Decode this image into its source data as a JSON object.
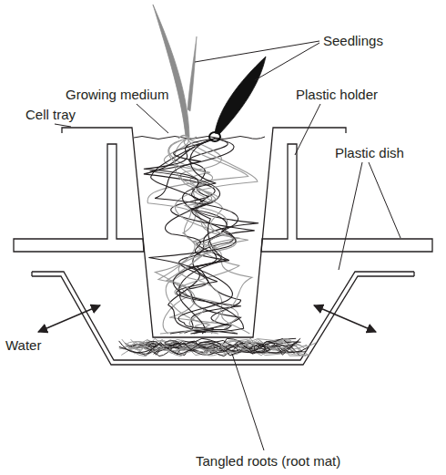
{
  "diagram": {
    "labels": [
      "Seedlings",
      "Growing medium",
      "Plastic holder",
      "Cell tray",
      "Plastic dish",
      "Water",
      "Tangled roots (root mat)"
    ]
  }
}
